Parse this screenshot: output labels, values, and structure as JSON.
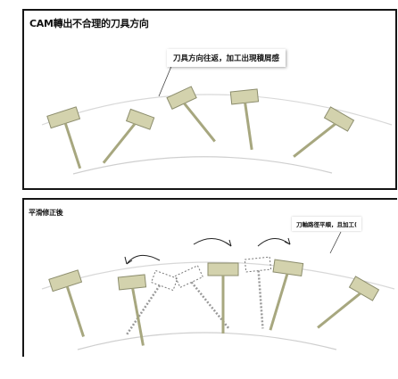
{
  "top_panel": {
    "title": "CAM轉出不合理的刀具方向",
    "annotation": "刀具方向往返，加工出現積屑感"
  },
  "bottom_panel": {
    "title": "平滑修正後",
    "annotation": "刀軸路徑平順，且加工("
  },
  "colors": {
    "tool_fill": "#d3d2ad",
    "tool_stroke": "#8c8d6d",
    "frame": "#151515",
    "curve": "#cfcfcf"
  }
}
